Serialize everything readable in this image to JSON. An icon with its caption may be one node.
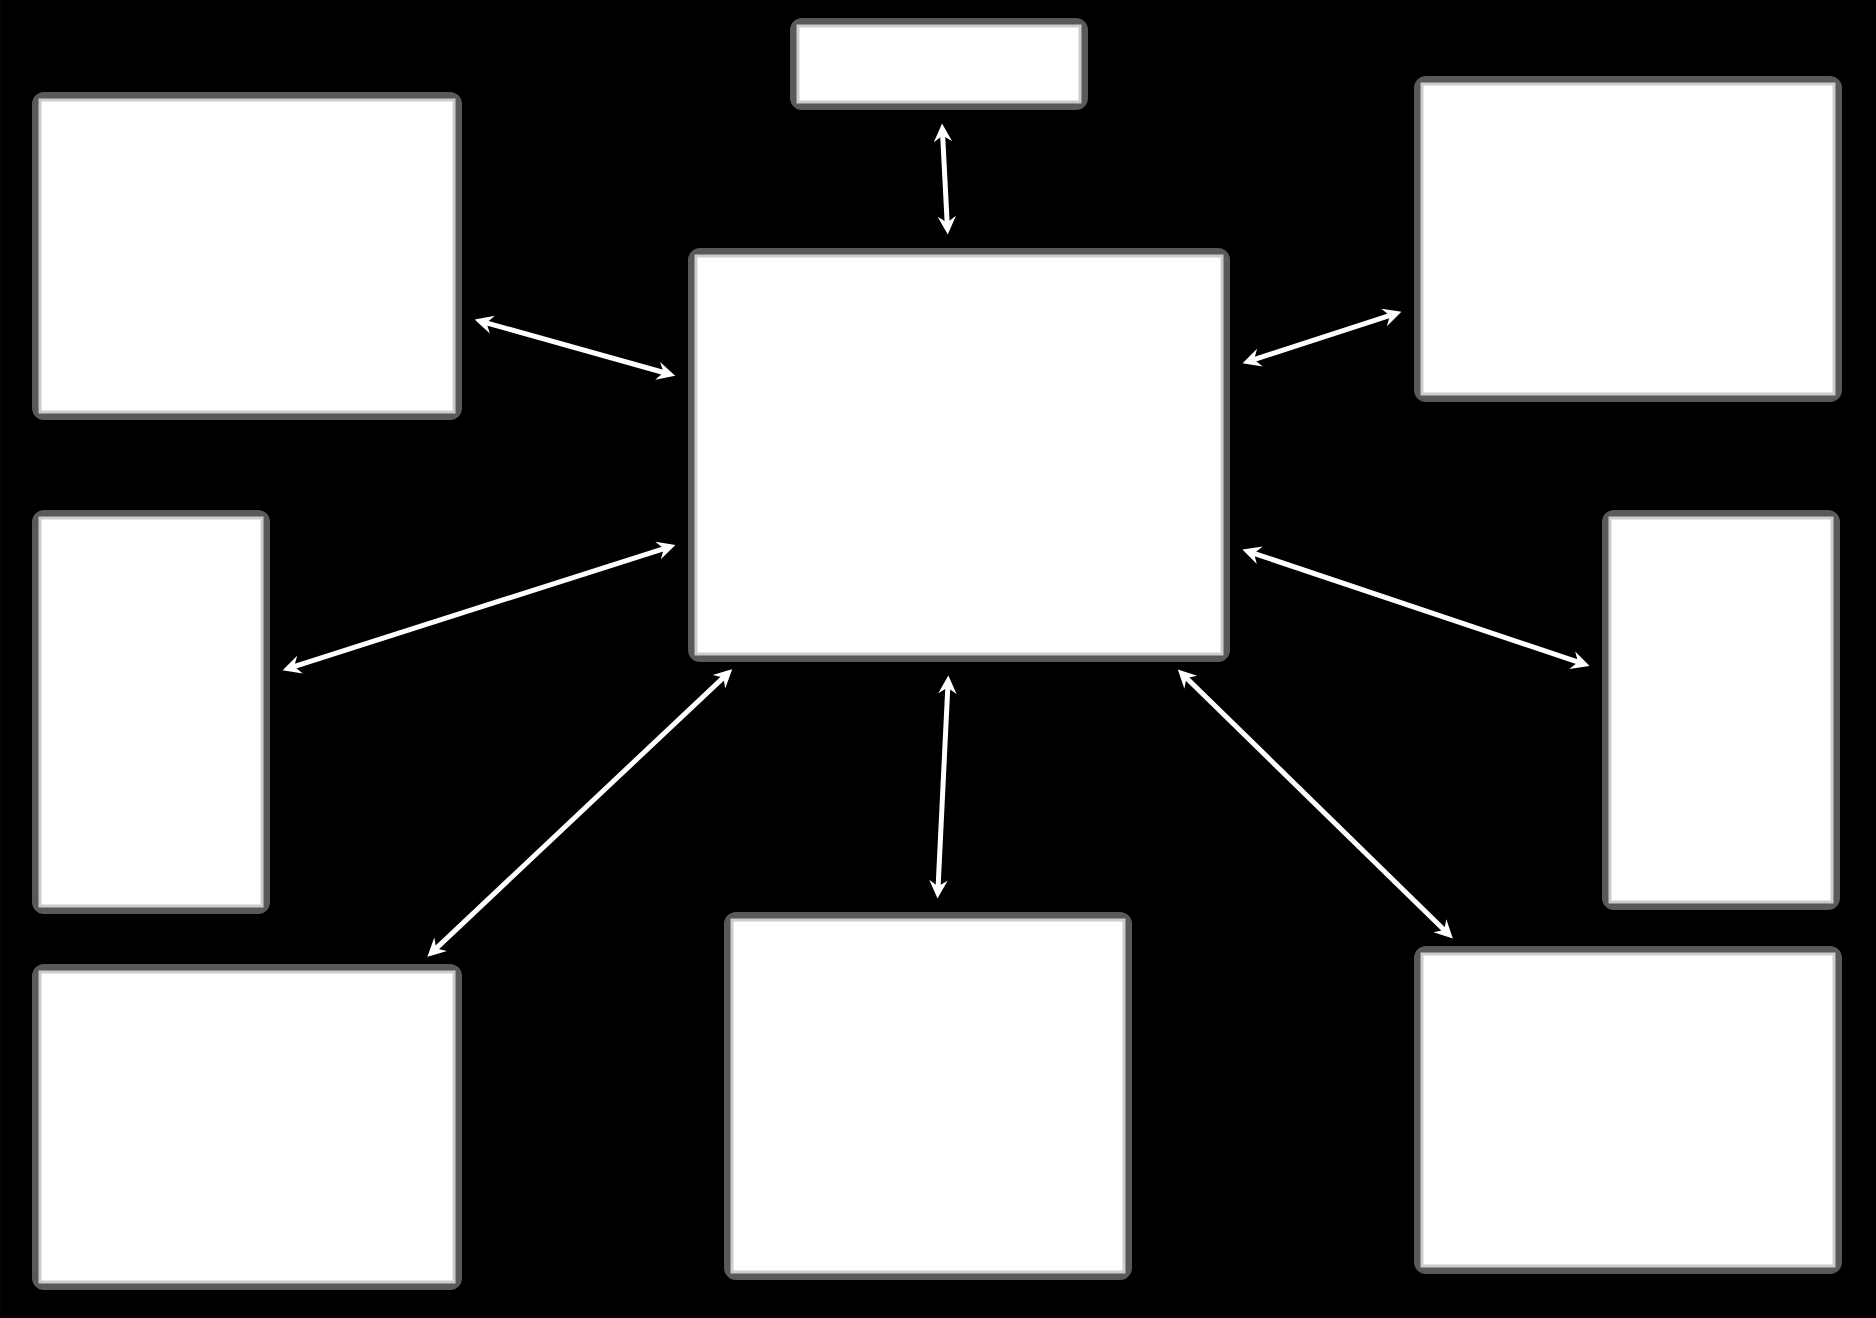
{
  "diagram": {
    "nodes": [
      {
        "text": [],
        "shape": "box"
      },
      {
        "text": [],
        "shape": "box"
      },
      {
        "text": [],
        "shape": "box"
      },
      {
        "text": [],
        "shape": "box"
      },
      {
        "text": [],
        "shape": "box"
      },
      {
        "text": [],
        "shape": "box"
      },
      {
        "text": [],
        "shape": "box"
      },
      {
        "text": [],
        "shape": "box"
      },
      {
        "text": [],
        "shape": "box"
      }
    ],
    "edges": [
      {
        "from": 2,
        "to": 0,
        "arrow": "both"
      },
      {
        "from": 2,
        "to": 1,
        "arrow": "both"
      },
      {
        "from": 2,
        "to": 3,
        "arrow": "both"
      },
      {
        "from": 2,
        "to": 4,
        "arrow": "both"
      },
      {
        "from": 2,
        "to": 5,
        "arrow": "both"
      },
      {
        "from": 2,
        "to": 6,
        "arrow": "both"
      },
      {
        "from": 2,
        "to": 7,
        "arrow": "both"
      },
      {
        "from": 2,
        "to": 8,
        "arrow": "both"
      }
    ]
  }
}
